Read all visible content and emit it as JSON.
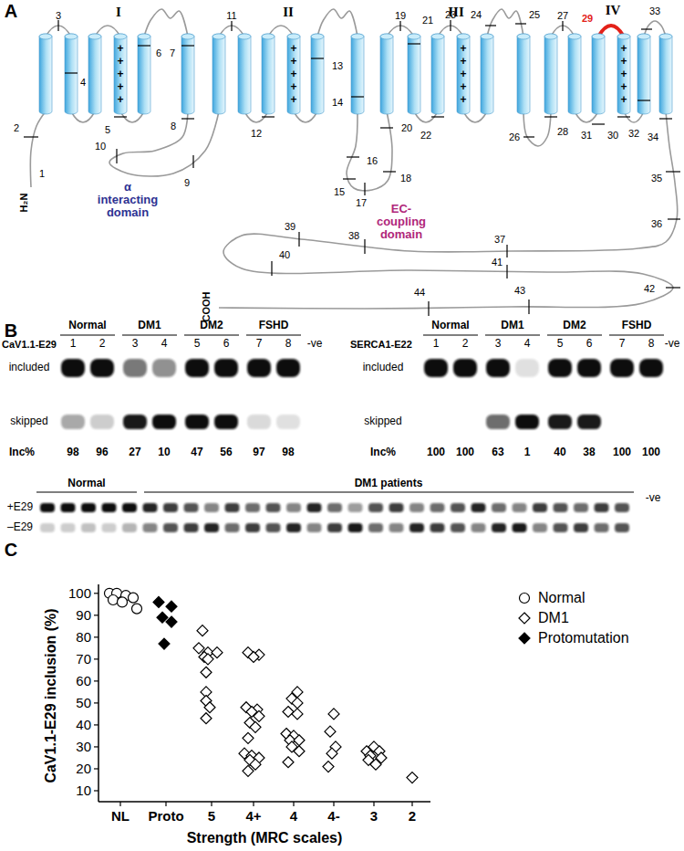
{
  "diagram": {
    "labels": [
      "A",
      "I",
      "II",
      "III",
      "IV",
      "1",
      "2",
      "3",
      "4",
      "5",
      "6",
      "7",
      "8",
      "9",
      "10",
      "11",
      "12",
      "13",
      "14",
      "15",
      "16",
      "17",
      "18",
      "19",
      "20",
      "21",
      "22",
      "23",
      "24",
      "25",
      "26",
      "27",
      "28",
      "29",
      "30",
      "31",
      "32",
      "33",
      "34",
      "35",
      "36",
      "37",
      "38",
      "39",
      "40",
      "41",
      "42",
      "43",
      "44",
      "+ + + + +",
      "+ + + + +",
      "+ + + + +",
      "+ + + + +",
      "H₂N",
      "COOH",
      "α interacting domain",
      "EC- coupling domain",
      "B",
      "Normal",
      "DM1",
      "DM2",
      "FSHD",
      "CaV1.1-E29",
      "1",
      "2",
      "3",
      "4",
      "5",
      "6",
      "7",
      "8",
      "-ve",
      "included",
      "skipped",
      "Inc%",
      "98",
      "96",
      "27",
      "10",
      "47",
      "56",
      "97",
      "98",
      "Normal",
      "DM1",
      "DM2",
      "FSHD",
      "SERCA1-E22",
      "1",
      "2",
      "3",
      "4",
      "5",
      "6",
      "7",
      "8",
      "-ve",
      "included",
      "skipped",
      "Inc%",
      "100",
      "100",
      "63",
      "1",
      "40",
      "38",
      "100",
      "100",
      "Normal",
      "DM1 patients",
      "-ve",
      "+E29",
      "–E29",
      "C",
      "100",
      "90",
      "80",
      "70",
      "60",
      "50",
      "40",
      "30",
      "20",
      "10",
      "CaV1.1-E29 inclusion (%)",
      "NL",
      "Proto",
      "5",
      "4+",
      "4",
      "4-",
      "3",
      "2",
      "Strength (MRC scales)"
    ],
    "legend": [
      {
        "text": "Normal"
      },
      {
        "text": "DM1"
      },
      {
        "text": "Protomutation"
      }
    ]
  }
}
